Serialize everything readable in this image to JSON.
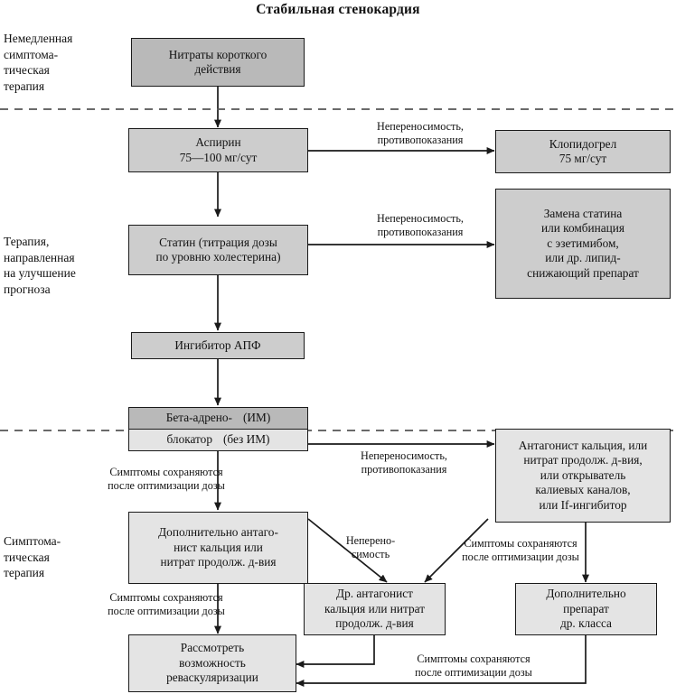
{
  "title": "Стабильная стенокардия",
  "colors": {
    "box_dark": "#b9b9b9",
    "box_mid": "#cdcdcd",
    "box_light": "#e4e4e4",
    "stroke": "#1a1a1a",
    "background": "#ffffff"
  },
  "sections": [
    {
      "id": "immediate",
      "label": "Немедленная\nсимптома-\nтическая\nтерапия",
      "lines": [
        "Немедленная",
        "симптома-",
        "тическая",
        "терапия"
      ]
    },
    {
      "id": "prognosis",
      "label": "Терапия,\nнаправленная\nна улучшение\nпрогноза",
      "lines": [
        "Терапия,",
        "направленная",
        "на улучшение",
        "прогноза"
      ]
    },
    {
      "id": "symptomatic",
      "label": "Симптома-\nтическая\nтерапия",
      "lines": [
        "Симптома-",
        "тическая",
        "терапия"
      ]
    }
  ],
  "boxes": {
    "nitrates": {
      "lines": [
        "Нитраты короткого",
        "действия"
      ],
      "tone": "dark"
    },
    "aspirin": {
      "lines": [
        "Аспирин",
        "75—100 мг/сут"
      ],
      "tone": "mid"
    },
    "clopidogrel": {
      "lines": [
        "Клопидогрел",
        "75 мг/сут"
      ],
      "tone": "mid"
    },
    "statin": {
      "lines": [
        "Статин (титрация дозы",
        "по уровню холестерина)"
      ],
      "tone": "mid"
    },
    "statin_alt": {
      "lines": [
        "Замена статина",
        "или комбинация",
        "с эзетимибом,",
        "или др. липид-",
        "снижающий препарат"
      ],
      "tone": "mid"
    },
    "ace": {
      "lines": [
        "Ингибитор АПФ"
      ],
      "tone": "mid"
    },
    "beta": {
      "top_left": "Бета-адрено-",
      "top_right": "(ИМ)",
      "bottom_left": "блокатор",
      "bottom_right": "(без ИМ)"
    },
    "calcium_right": {
      "lines": [
        "Антагонист кальция, или",
        "нитрат продолж. д-вия,",
        "или открыватель",
        "калиевых каналов,",
        "или If-ингибитор"
      ],
      "tone": "light"
    },
    "add_calcium": {
      "lines": [
        "Дополнительно антаго-",
        "нист кальция или",
        "нитрат продолж. д-вия"
      ],
      "tone": "light"
    },
    "other_calcium": {
      "lines": [
        "Др. антагонист",
        "кальция или нитрат",
        "продолж. д-вия"
      ],
      "tone": "light"
    },
    "other_class": {
      "lines": [
        "Дополнительно",
        "препарат",
        "др. класса"
      ],
      "tone": "light"
    },
    "revascularization": {
      "lines": [
        "Рассмотреть",
        "возможность",
        "реваскуляризации"
      ],
      "tone": "light"
    }
  },
  "edge_labels": {
    "intolerance_clopidogrel": [
      "Непереносимость,",
      "противопоказания"
    ],
    "intolerance_statin": [
      "Непереносимость,",
      "противопоказания"
    ],
    "intolerance_calcium": [
      "Непереносимость,",
      "противопоказания"
    ],
    "intolerance_short": [
      "Неперено-",
      "симость"
    ],
    "persist_1": [
      "Симптомы сохраняются",
      "после оптимизации дозы"
    ],
    "persist_2": [
      "Симптомы сохраняются",
      "после оптимизации дозы"
    ],
    "persist_3": [
      "Симптомы сохраняются",
      "после оптимизации дозы"
    ],
    "persist_4": [
      "Симптомы сохраняются",
      "после оптимизации дозы"
    ]
  }
}
